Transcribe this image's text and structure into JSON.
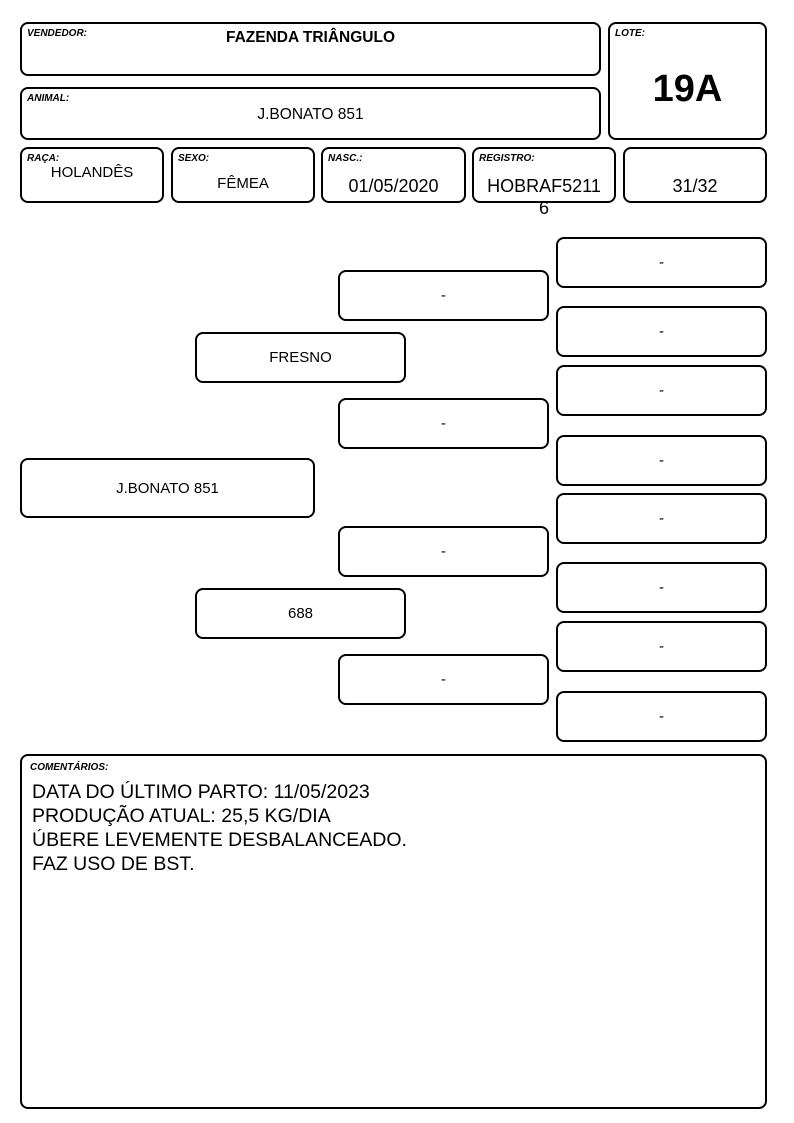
{
  "header": {
    "vendor_label": "VENDEDOR:",
    "vendor_value": "FAZENDA TRIÂNGULO",
    "lot_label": "LOTE:",
    "lot_value": "19A",
    "animal_label": "ANIMAL:",
    "animal_value": "J.BONATO 851",
    "breed_label": "RAÇA:",
    "breed_value": "HOLANDÊS",
    "sex_label": "SEXO:",
    "sex_value": "FÊMEA",
    "birth_label": "NASC.:",
    "birth_value": "01/05/2020",
    "registry_label": "REGISTRO:",
    "registry_value_line1": "HOBRAF5211",
    "registry_value_line2": "6",
    "grade_value": "31/32"
  },
  "pedigree": {
    "animal": "J.BONATO 851",
    "sire": "FRESNO",
    "dam": "688",
    "sire_sire": "-",
    "sire_dam": "-",
    "dam_sire": "-",
    "dam_dam": "-",
    "gen3": [
      "-",
      "-",
      "-",
      "-",
      "-",
      "-",
      "-",
      "-"
    ]
  },
  "comments": {
    "label": "COMENTÁRIOS:",
    "lines": [
      "DATA DO ÚLTIMO PARTO: 11/05/2023",
      "PRODUÇÃO ATUAL: 25,5 KG/DIA",
      "ÚBERE LEVEMENTE DESBALANCEADO.",
      "FAZ USO DE BST."
    ]
  }
}
